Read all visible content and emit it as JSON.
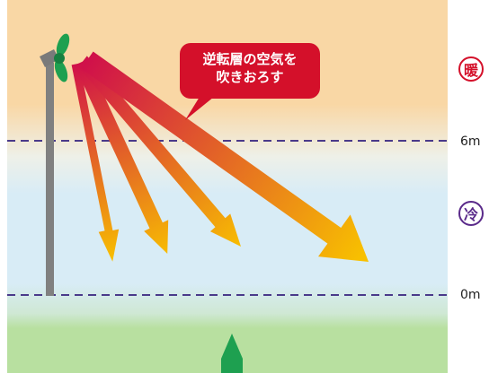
{
  "callout": {
    "line1": "逆転層の空気を",
    "line2": "吹きおろす"
  },
  "legend": {
    "warm": {
      "label": "暖",
      "color": "#d4102a"
    },
    "cold": {
      "label": "冷",
      "color": "#5a2a8a"
    }
  },
  "heights": {
    "upper": "6m",
    "lower": "0m"
  },
  "colors": {
    "warm_layer": "#f8d8a8",
    "cold_layer": "#d8ecf6",
    "ground": "#b8e0a0",
    "arrow_start": "#d0104a",
    "arrow_end": "#f8c000",
    "fan_blade": "#1ea050",
    "pole": "#808080",
    "dash_line": "#4a3a8a"
  }
}
